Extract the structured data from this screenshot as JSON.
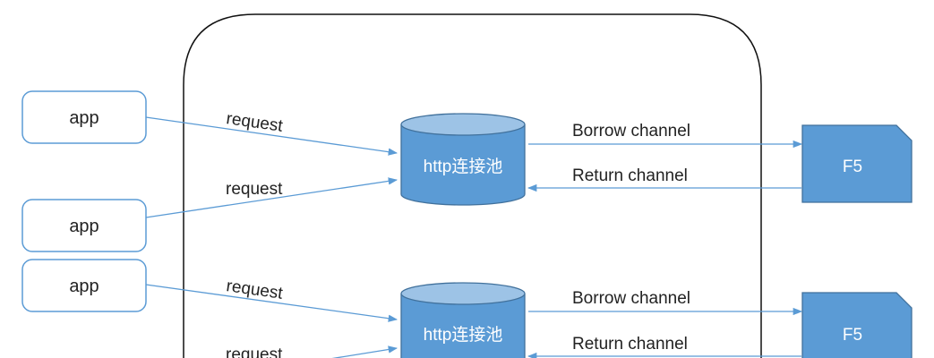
{
  "colors": {
    "node_fill": "#5b9bd5",
    "node_stroke": "#41719c",
    "cylinder_top": "#9dc3e6",
    "app_stroke": "#5b9bd5",
    "arrow": "#5b9bd5",
    "container_stroke": "#111111"
  },
  "apps": [
    {
      "label": "app"
    },
    {
      "label": "app"
    },
    {
      "label": "app"
    }
  ],
  "pools": [
    {
      "label": "http连接池"
    },
    {
      "label": "http连接池"
    }
  ],
  "servers": [
    {
      "label": "F5"
    },
    {
      "label": "F5"
    }
  ],
  "edges": {
    "request_1": "request",
    "request_2": "request",
    "request_3": "request",
    "request_4": "request",
    "borrow_1": "Borrow channel",
    "return_1": "Return channel",
    "borrow_2": "Borrow channel",
    "return_2": "Return channel"
  },
  "icons": {
    "arrowhead": "arrow-head-icon"
  }
}
